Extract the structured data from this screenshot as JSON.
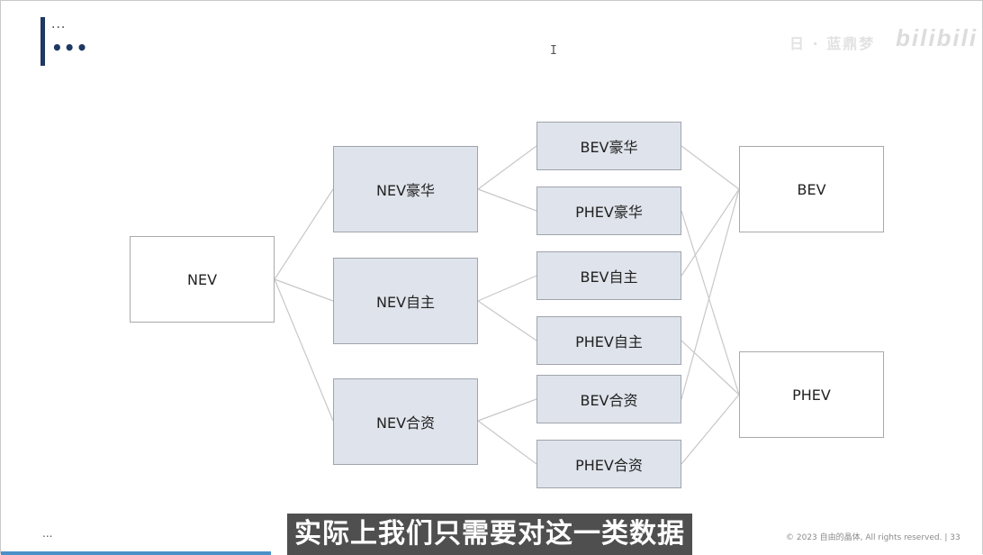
{
  "slide": {
    "title_top": "...",
    "title_main": "•••",
    "cursor": "I",
    "watermark_left": "日 · 蓝鼎梦",
    "watermark_logo": "bilibili",
    "footer_left": "...",
    "footer_right": "© 2023 自由的晶体, All rights reserved.  |  33",
    "accent_color": "#1f3864"
  },
  "diagram": {
    "root": "NEV",
    "level1": [
      "NEV豪华",
      "NEV自主",
      "NEV合资"
    ],
    "level2": [
      "BEV豪华",
      "PHEV豪华",
      "BEV自主",
      "PHEV自主",
      "BEV合资",
      "PHEV合资"
    ],
    "targets": [
      "BEV",
      "PHEV"
    ],
    "colors": {
      "shaded_fill": "#dfe3eb",
      "line": "#c8c8c8"
    }
  },
  "subtitle": {
    "text": "实际上我们只需要对这一类数据"
  }
}
